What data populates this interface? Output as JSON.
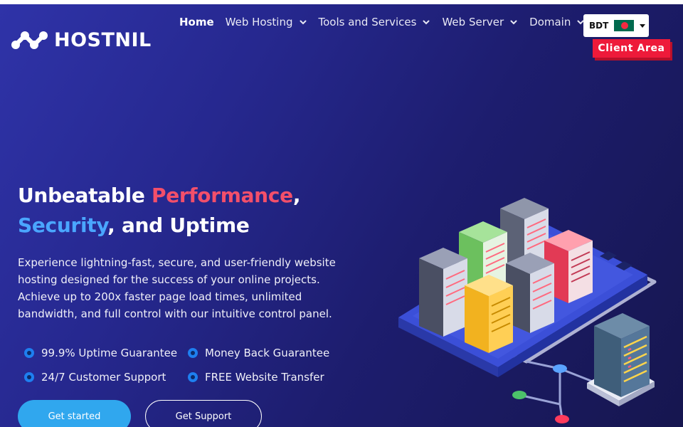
{
  "brand": {
    "name": "HOSTNIL",
    "logo_icon": "network-nodes-icon"
  },
  "nav": {
    "items": [
      {
        "label": "Home",
        "active": true,
        "has_dropdown": false
      },
      {
        "label": "Web Hosting",
        "active": false,
        "has_dropdown": true
      },
      {
        "label": "Tools and Services",
        "active": false,
        "has_dropdown": true
      },
      {
        "label": "Web Server",
        "active": false,
        "has_dropdown": true
      },
      {
        "label": "Domain",
        "active": false,
        "has_dropdown": true
      }
    ]
  },
  "currency": {
    "code": "BDT",
    "flag_icon": "bangladesh-flag-icon"
  },
  "client_area": {
    "label": "Client Area"
  },
  "hero": {
    "headline_line1_part1": "Unbeatable ",
    "headline_line1_highlight": "Performance",
    "headline_line1_part2": ",",
    "headline_line2_highlight": "Security",
    "headline_line2_part2": ", and Uptime",
    "description": "Experience lightning-fast, secure, and user-friendly website hosting designed for the success of your online projects. Achieve up to 200x faster page load times, unlimited bandwidth, and full control with our intuitive control panel.",
    "features": [
      "99.9% Uptime Guarantee",
      "Money Back Guarantee",
      "24/7 Customer Support",
      "FREE Website Transfer"
    ],
    "cta_primary": "Get started",
    "cta_secondary": "Get Support"
  },
  "colors": {
    "background_start": "#2f33a8",
    "background_end": "#16164f",
    "accent_red": "#f34f6a",
    "accent_blue": "#4aa6ff",
    "client_area_red": "#ee1a3a",
    "button_blue": "#30a7ee"
  }
}
